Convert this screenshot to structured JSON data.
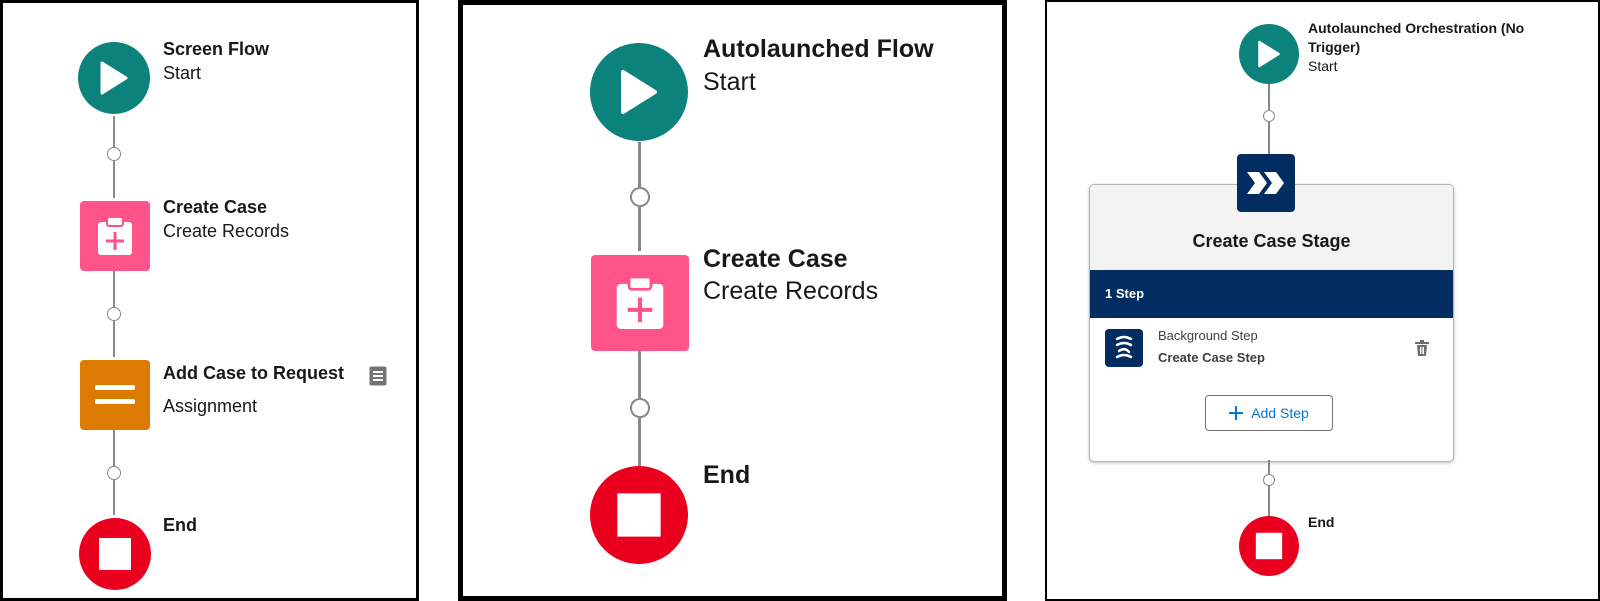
{
  "screen_flow": {
    "start_title": "Screen Flow",
    "start_subtitle": "Start",
    "create_title": "Create Case",
    "create_subtitle": "Create Records",
    "assign_title": "Add Case to Request",
    "assign_subtitle": "Assignment",
    "end_title": "End"
  },
  "auto_flow": {
    "start_title": "Autolaunched Flow",
    "start_subtitle": "Start",
    "create_title": "Create Case",
    "create_subtitle": "Create Records",
    "end_title": "End"
  },
  "orchestration": {
    "start_title_line1": "Autolaunched Orchestration (No",
    "start_title_line2": "Trigger)",
    "start_subtitle": "Start",
    "stage_title": "Create Case Stage",
    "step_count": "1 Step",
    "step_type": "Background Step",
    "step_name": "Create Case Step",
    "add_step_label": "Add Step",
    "end_title": "End"
  },
  "icons": {
    "start": "play-icon",
    "create_records": "clipboard-plus-icon",
    "assignment": "equals-icon",
    "description": "document-icon",
    "end": "stop-icon",
    "stage": "double-chevron-icon",
    "background_step": "flow-waves-icon",
    "delete": "trash-icon",
    "add": "plus-icon"
  },
  "colors": {
    "start": "#0b827c",
    "create_records": "#ff538a",
    "assignment": "#dd7a01",
    "end": "#ea001e",
    "stage_navy": "#032d60",
    "link_blue": "#0176d3"
  }
}
